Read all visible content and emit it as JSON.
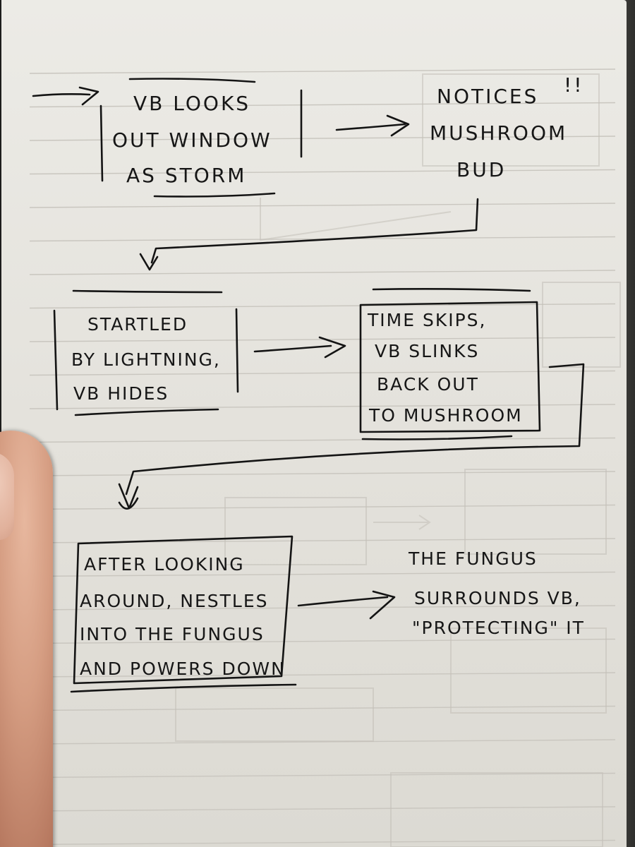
{
  "notes": [
    {
      "id": "vb-looks",
      "lines": [
        "VB LOOKS",
        "OUT WINDOW",
        "AS STORM"
      ]
    },
    {
      "id": "notices",
      "lines": [
        "NOTICES",
        "MUSHROOM",
        "BUD"
      ],
      "exclaim": "!!"
    },
    {
      "id": "startled",
      "lines": [
        "STARTLED",
        "BY LIGHTNING,",
        "VB HIDES"
      ]
    },
    {
      "id": "time-skips",
      "lines": [
        "TIME SKIPS,",
        "VB SLINKS",
        "BACK OUT",
        "TO MUSHROOM"
      ]
    },
    {
      "id": "after-looking",
      "lines": [
        "AFTER LOOKING",
        "AROUND, NESTLES",
        "INTO THE FUNGUS",
        "AND POWERS DOWN"
      ]
    },
    {
      "id": "fungus",
      "lines": [
        "THE FUNGUS",
        "SURROUNDS VB,",
        "\"PROTECTING\" IT"
      ]
    }
  ],
  "colors": {
    "ink": "#141414",
    "paper": "#e7e5df",
    "rule": "#c9c6bf",
    "ghost": "#b9b6ae",
    "skin": "#d59d82"
  }
}
